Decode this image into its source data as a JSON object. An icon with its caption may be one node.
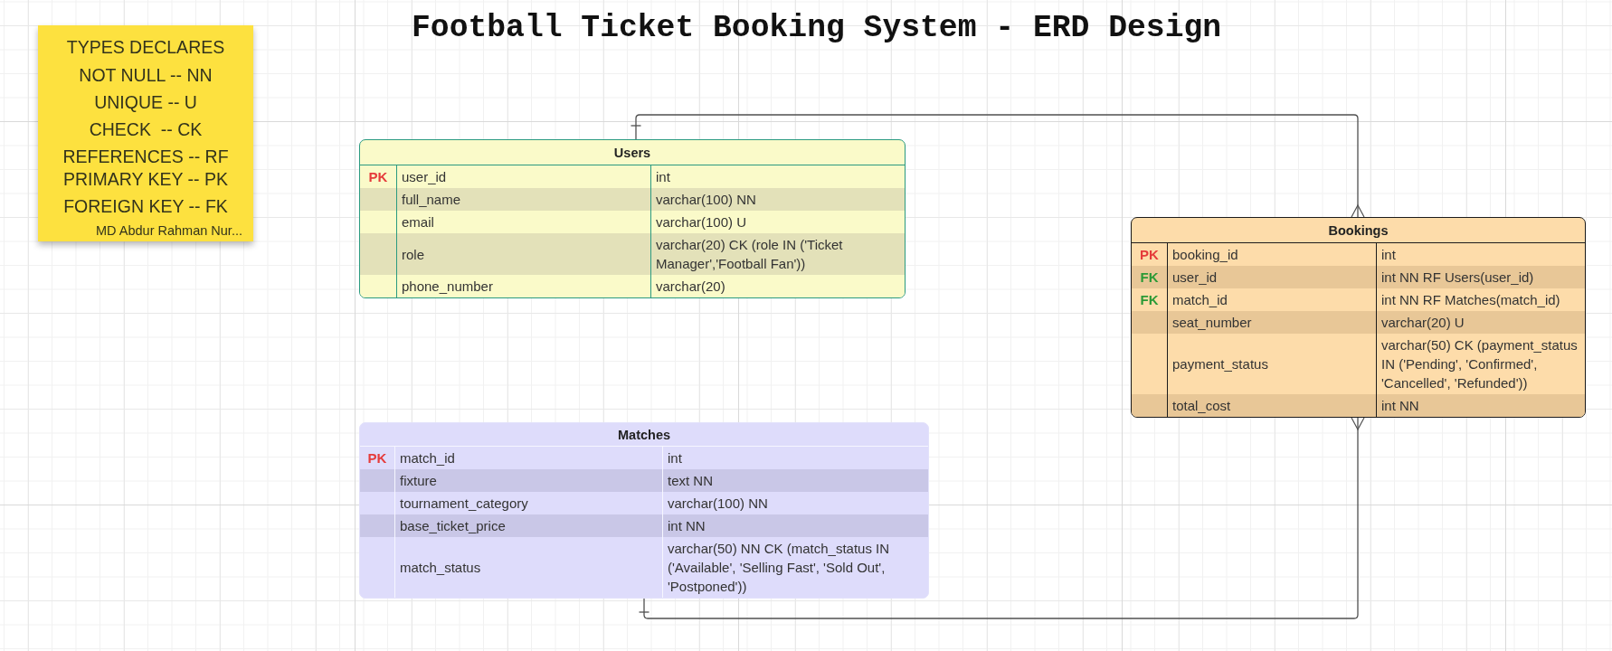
{
  "diagram": {
    "title": "Football Ticket Booking System - ERD Design",
    "nodes": [
      {
        "text": [
          "TYPES DECLARES",
          "NOT NULL -- NN",
          "UNIQUE -- U",
          "CHECK  -- CK",
          "REFERENCES -- RF",
          "PRIMARY KEY -- PK",
          "FOREIGN KEY -- FK",
          "MD Abdur Rahman Nur..."
        ]
      },
      {
        "text": [
          "Users"
        ]
      },
      {
        "text": [
          "PK",
          "user_id",
          "int"
        ],
        "in": 1
      },
      {
        "text": [
          "full_name",
          "varchar(100) NN"
        ],
        "in": 1
      },
      {
        "text": [
          "email",
          "varchar(100) U"
        ],
        "in": 1
      },
      {
        "text": [
          "role",
          "varchar(20) CK (role IN ('Ticket Manager','Football Fan'))"
        ],
        "in": 1
      },
      {
        "text": [
          "phone_number",
          "varchar(20)"
        ],
        "in": 1
      },
      {
        "text": [
          "Bookings"
        ]
      },
      {
        "text": [
          "PK",
          "booking_id",
          "int"
        ],
        "in": 7
      },
      {
        "text": [
          "FK",
          "user_id",
          "int NN RF Users(user_id)"
        ],
        "in": 7
      },
      {
        "text": [
          "FK",
          "match_id",
          "int NN RF Matches(match_id)"
        ],
        "in": 7
      },
      {
        "text": [
          "seat_number",
          "varchar(20) U"
        ],
        "in": 7
      },
      {
        "text": [
          "payment_status",
          "varchar(50) CK (payment_status IN ('Pending', 'Confirmed', 'Cancelled', 'Refunded'))"
        ],
        "in": 7
      },
      {
        "text": [
          "total_cost",
          "int NN"
        ],
        "in": 7
      },
      {
        "text": [
          "Matches"
        ]
      },
      {
        "text": [
          "PK",
          "match_id",
          "int"
        ],
        "in": 14
      },
      {
        "text": [
          "fixture",
          "text NN"
        ],
        "in": 14
      },
      {
        "text": [
          "tournament_category",
          "varchar(100) NN"
        ],
        "in": 14
      },
      {
        "text": [
          "base_ticket_price",
          "int NN"
        ],
        "in": 14
      },
      {
        "text": [
          "match_status",
          "varchar(50) NN CK (match_status IN ('Available', 'Selling Fast', 'Sold Out', 'Postponed'))"
        ],
        "in": 14
      }
    ],
    "edges": [
      {
        "from": 1,
        "to": 7,
        "arrow": "other"
      },
      {
        "from": 14,
        "to": 7,
        "arrow": "other"
      }
    ]
  }
}
